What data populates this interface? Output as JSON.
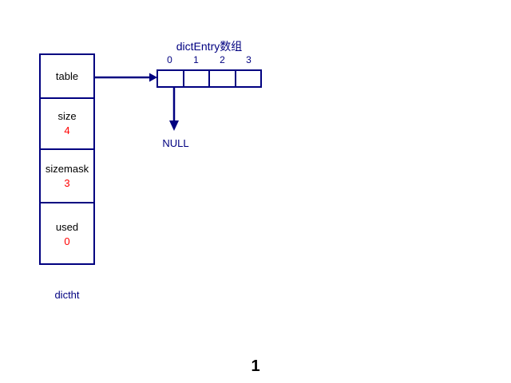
{
  "slide": {
    "background_color": "#ffffff",
    "page_number": "1"
  },
  "colors": {
    "line": "#000080",
    "label": "#000080",
    "field_name": "#000000",
    "field_value": "#ff0000",
    "page_number": "#000000"
  },
  "dictht": {
    "caption": "dictht",
    "fields": [
      {
        "name": "table",
        "value": ""
      },
      {
        "name": "size",
        "value": "4"
      },
      {
        "name": "sizemask",
        "value": "3"
      },
      {
        "name": "used",
        "value": "0"
      }
    ]
  },
  "array": {
    "title": "dictEntry数组",
    "indices": [
      "0",
      "1",
      "2",
      "3"
    ],
    "cells": [
      "",
      "",
      "",
      ""
    ]
  },
  "null_pointer": {
    "label": "NULL"
  },
  "arrows": {
    "table_to_array": "arrow-right",
    "slot0_to_null": "arrow-down"
  }
}
